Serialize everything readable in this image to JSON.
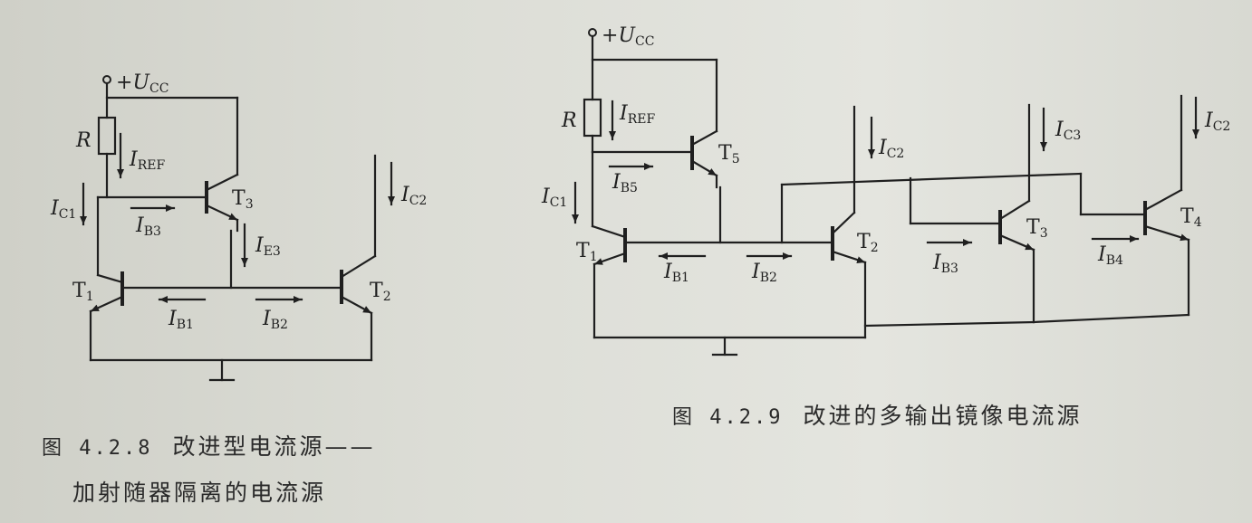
{
  "diagram1": {
    "supply_prefix": "+",
    "supply_U": "U",
    "supply_sub": "CC",
    "R": "R",
    "I": "I",
    "iref_sub": "REF",
    "ic1_sub": "C1",
    "ib3_sub": "B3",
    "ie3_sub": "E3",
    "ic2_sub": "C2",
    "ib1_sub": "B1",
    "ib2_sub": "B2",
    "T": "T",
    "t1_sub": "1",
    "t2_sub": "2",
    "t3_sub": "3",
    "caption_number": "图 4.2.8",
    "caption_line1": "改进型电流源——",
    "caption_line2": "加射随器隔离的电流源"
  },
  "diagram2": {
    "supply_prefix": "+",
    "supply_U": "U",
    "supply_sub": "CC",
    "R": "R",
    "I": "I",
    "iref_sub": "REF",
    "ic1_sub": "C1",
    "ib5_sub": "B5",
    "ib1_sub": "B1",
    "ib2_sub": "B2",
    "ib3_sub": "B3",
    "ib4_sub": "B4",
    "ic2_sub": "C2",
    "ic3_sub": "C3",
    "ic2b_sub": "C2",
    "T": "T",
    "t1_sub": "1",
    "t2_sub": "2",
    "t3_sub": "3",
    "t4_sub": "4",
    "t5_sub": "5",
    "caption_number": "图 4.2.9",
    "caption": "改进的多输出镜像电流源"
  }
}
